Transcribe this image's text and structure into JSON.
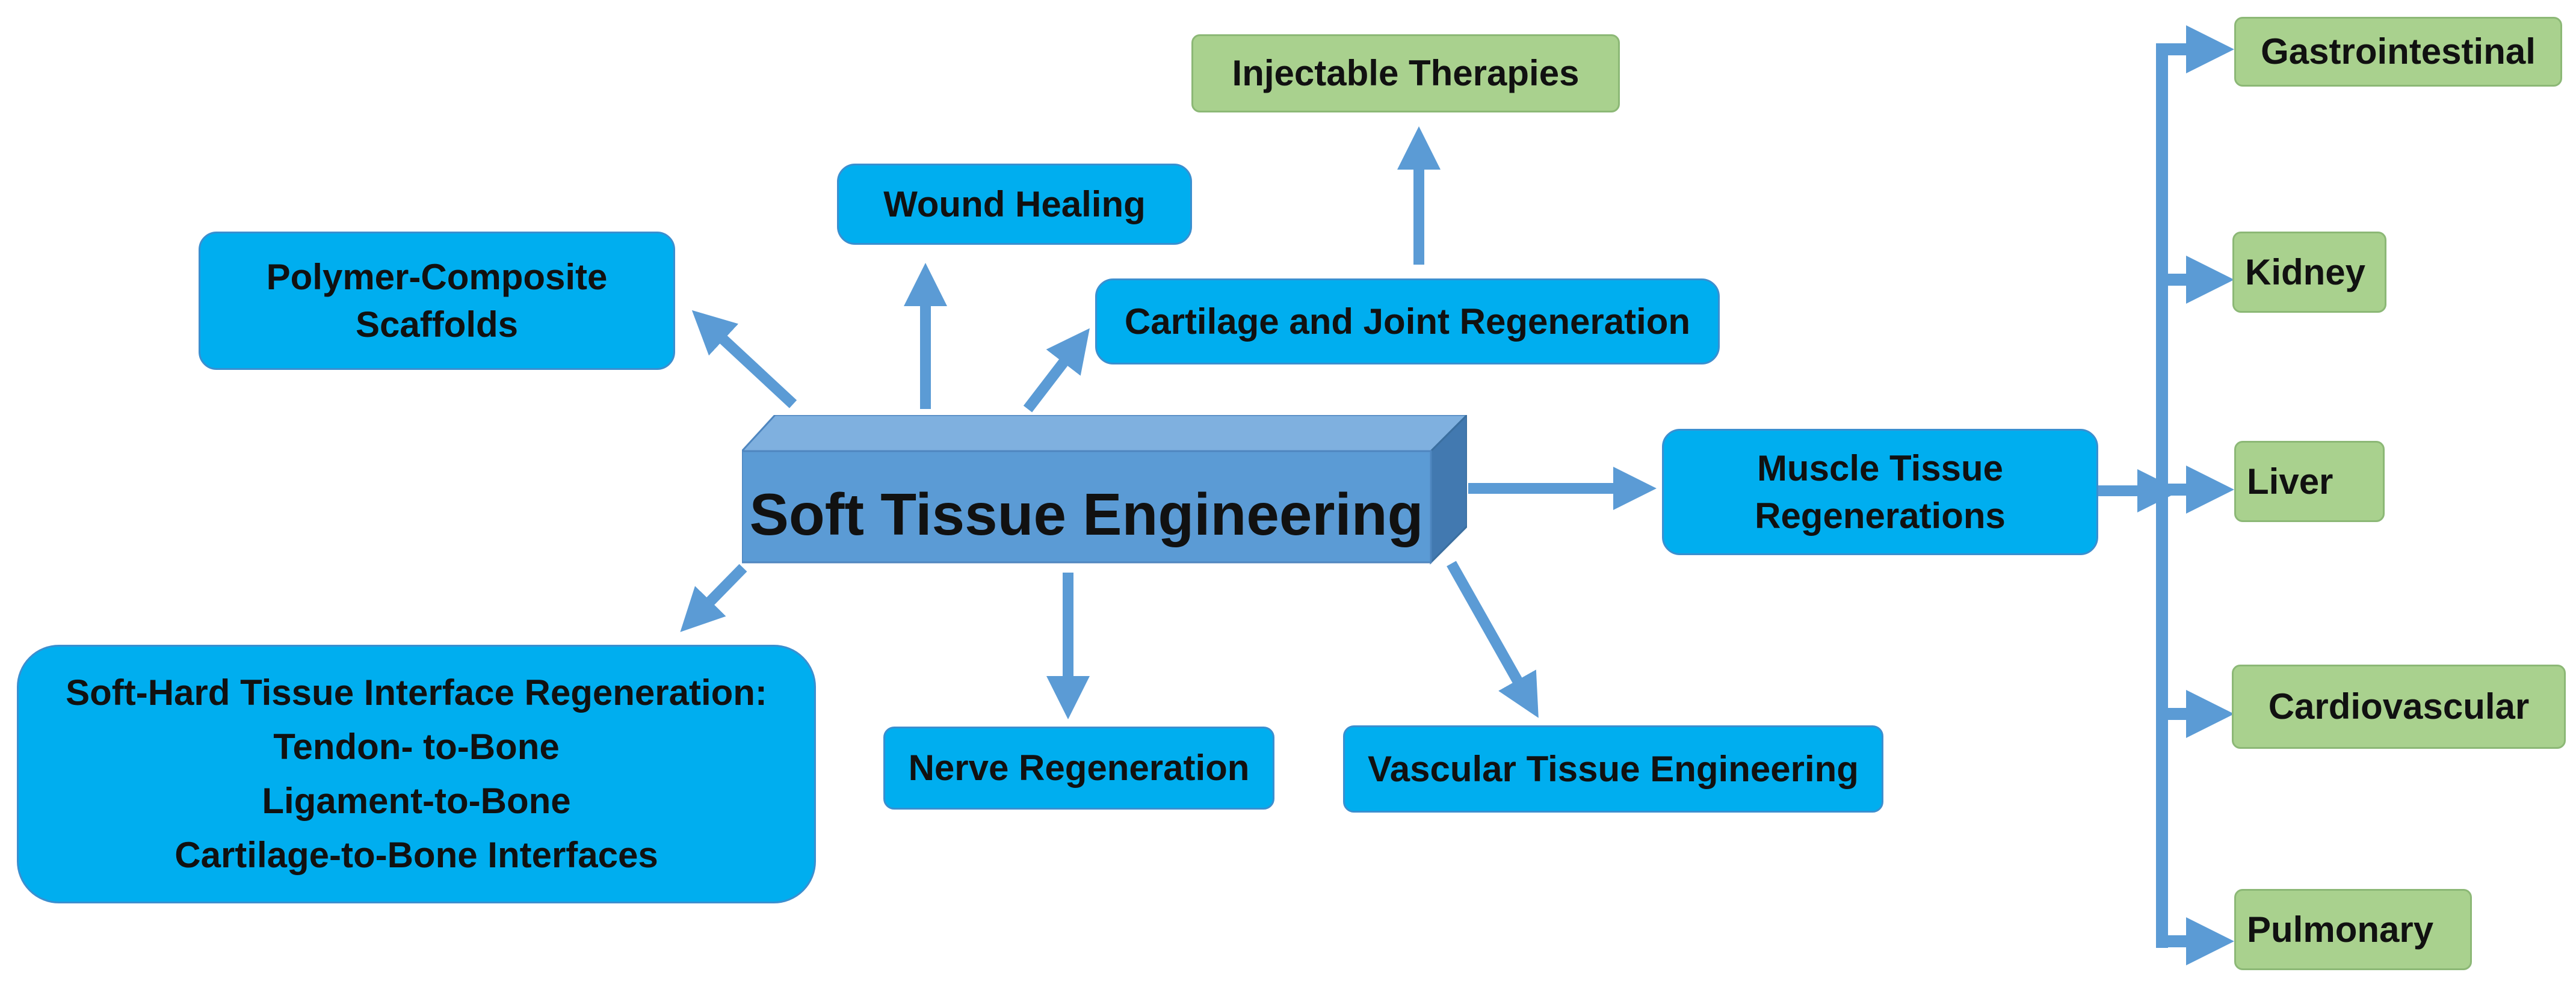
{
  "central": {
    "label": "Soft Tissue Engineering"
  },
  "branches": {
    "polymer": [
      "Polymer-Composite",
      "Scaffolds"
    ],
    "wound": "Wound Healing",
    "cartilage": "Cartilage and Joint Regeneration",
    "injectable": "Injectable Therapies",
    "muscle": [
      "Muscle Tissue",
      "Regenerations"
    ],
    "soft_hard": [
      "Soft-Hard Tissue Interface Regeneration:",
      "Tendon- to-Bone",
      "Ligament-to-Bone",
      "Cartilage-to-Bone Interfaces"
    ],
    "nerve": "Nerve Regeneration",
    "vascular": "Vascular Tissue Engineering"
  },
  "muscle_targets": [
    "Gastrointestinal",
    "Kidney",
    "Liver",
    "Cardiovascular",
    "Pulmonary"
  ],
  "colors": {
    "central_box": "#5b9bd5",
    "blue_box": "#00aeef",
    "green_box": "#a9d18e",
    "arrow": "#5b9bd5"
  }
}
